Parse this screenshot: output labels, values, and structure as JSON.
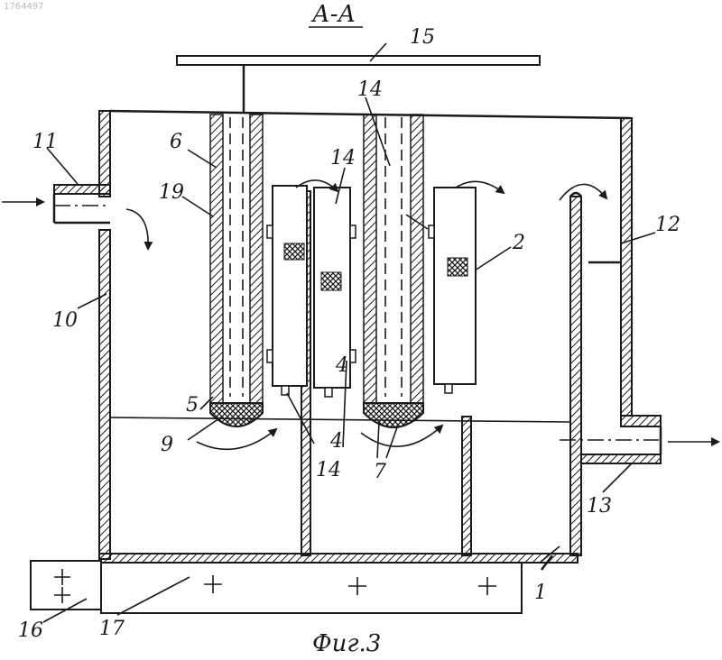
{
  "header": {
    "section_label": "А-А",
    "doc_number": "1764497"
  },
  "caption": "Фиг.3",
  "labels": {
    "l1": "1",
    "l2": "2",
    "l4a": "4",
    "l4b": "4",
    "l5": "5",
    "l6": "6",
    "l7": "7",
    "l9": "9",
    "l10": "10",
    "l11": "11",
    "l12": "12",
    "l13": "13",
    "l14a": "14",
    "l14b": "14",
    "l14c": "14",
    "l15": "15",
    "l16": "16",
    "l17": "17",
    "l19": "19"
  }
}
